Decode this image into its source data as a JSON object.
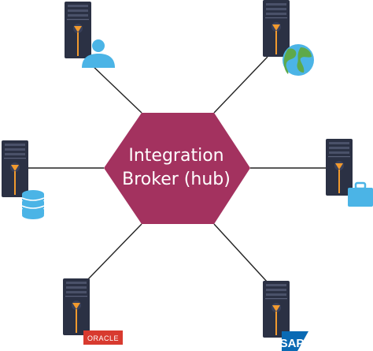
{
  "hub": {
    "label_line1": "Integration",
    "label_line2": "Broker (hub)",
    "color": "#a3325f"
  },
  "nodes": [
    {
      "id": "user",
      "icon": "user-icon"
    },
    {
      "id": "globe",
      "icon": "globe-icon"
    },
    {
      "id": "database",
      "icon": "database-icon"
    },
    {
      "id": "briefcase",
      "icon": "briefcase-icon"
    },
    {
      "id": "oracle",
      "icon": "oracle-logo",
      "logo_text": "ORACLE"
    },
    {
      "id": "sap",
      "icon": "sap-logo",
      "logo_text": "SAP"
    }
  ],
  "colors": {
    "server_body": "#2b3144",
    "server_accent": "#f29a2e",
    "icon_blue": "#4bb4e6",
    "globe_land": "#5ea94a",
    "oracle_red": "#d83a2f",
    "sap_blue": "#0a6ab4"
  }
}
